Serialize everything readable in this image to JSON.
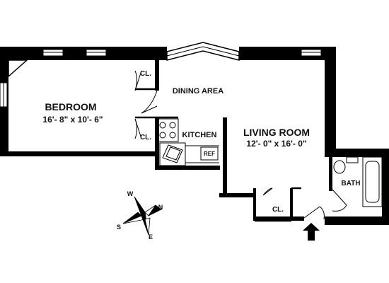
{
  "rooms": {
    "bedroom": {
      "name": "BEDROOM",
      "size": "16'- 8\" x 10'- 6\""
    },
    "living": {
      "name": "LIVING ROOM",
      "size": "12'- 0\" x 16'- 0\""
    },
    "dining": {
      "name": "DINING AREA"
    },
    "kitchen": {
      "name": "KITCHEN"
    },
    "bath": {
      "name": "BATH"
    }
  },
  "closets": {
    "bedroom_upper": "CL.",
    "bedroom_lower": "CL.",
    "living": "CL."
  },
  "appliances": {
    "refrigerator": "REF"
  },
  "compass": {
    "north": "N",
    "south": "S",
    "east": "E",
    "west": "W"
  },
  "colors": {
    "wall": "#000000",
    "background": "#ffffff"
  }
}
